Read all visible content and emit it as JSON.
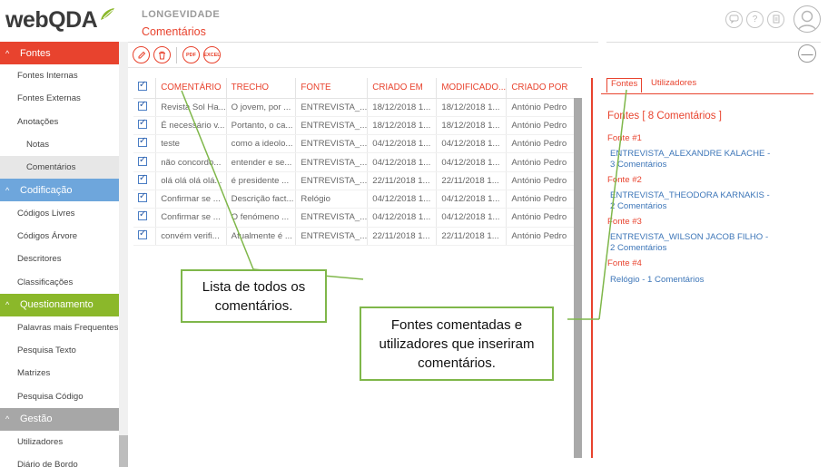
{
  "app": {
    "logo": "webQDA"
  },
  "header": {
    "project": "LONGEVIDADE",
    "title": "Comentários"
  },
  "sidebar": {
    "sections": [
      {
        "label": "Fontes",
        "items": [
          {
            "label": "Fontes Internas"
          },
          {
            "label": "Fontes Externas"
          },
          {
            "label": "Anotações"
          },
          {
            "label": "Notas",
            "sub": true
          },
          {
            "label": "Comentários",
            "sub": true,
            "active": true
          }
        ]
      },
      {
        "label": "Codificação",
        "items": [
          {
            "label": "Códigos Livres"
          },
          {
            "label": "Códigos Árvore"
          },
          {
            "label": "Descritores"
          },
          {
            "label": "Classificações"
          }
        ]
      },
      {
        "label": "Questionamento",
        "items": [
          {
            "label": "Palavras mais Frequentes"
          },
          {
            "label": "Pesquisa Texto"
          },
          {
            "label": "Matrizes"
          },
          {
            "label": "Pesquisa Código"
          }
        ]
      },
      {
        "label": "Gestão",
        "items": [
          {
            "label": "Utilizadores"
          },
          {
            "label": "Diário de Bordo"
          }
        ]
      }
    ]
  },
  "toolbar": {
    "pdf": "PDF",
    "excel": "EXCEL"
  },
  "table": {
    "columns": [
      "COMENTÁRIO",
      "TRECHO",
      "FONTE",
      "CRIADO EM",
      "MODIFICADO...",
      "CRIADO POR"
    ],
    "rows": [
      [
        "Revista Sol Ha...",
        "O jovem, por ...",
        "ENTREVISTA_...",
        "18/12/2018 1...",
        "18/12/2018 1...",
        "António Pedro"
      ],
      [
        "É necessário v...",
        "Portanto, o ca...",
        "ENTREVISTA_...",
        "18/12/2018 1...",
        "18/12/2018 1...",
        "António Pedro"
      ],
      [
        "teste",
        "como a ideolo...",
        "ENTREVISTA_...",
        "04/12/2018 1...",
        "04/12/2018 1...",
        "António Pedro"
      ],
      [
        "não concordo...",
        "entender e se...",
        "ENTREVISTA_...",
        "04/12/2018 1...",
        "04/12/2018 1...",
        "António Pedro"
      ],
      [
        "olá olá olá olá...",
        "é presidente ...",
        "ENTREVISTA_...",
        "22/11/2018 1...",
        "22/11/2018 1...",
        "António Pedro"
      ],
      [
        "Confirmar se ...",
        "Descrição fact...",
        "Relógio",
        "04/12/2018 1...",
        "04/12/2018 1...",
        "António Pedro"
      ],
      [
        "Confirmar se ...",
        "O fenómeno ...",
        "ENTREVISTA_...",
        "04/12/2018 1...",
        "04/12/2018 1...",
        "António Pedro"
      ],
      [
        "convém verifi...",
        "Atualmente é ...",
        "ENTREVISTA_...",
        "22/11/2018 1...",
        "22/11/2018 1...",
        "António Pedro"
      ]
    ]
  },
  "panel": {
    "tabs": [
      "Fontes",
      "Utilizadores"
    ],
    "title": "Fontes [ 8 Comentários ]",
    "sources": [
      {
        "label": "Fonte #1",
        "link": "ENTREVISTA_ALEXANDRE KALACHE  -  3 Comentários"
      },
      {
        "label": "Fonte #2",
        "link": "ENTREVISTA_THEODORA KARNAKIS  -  2 Comentários"
      },
      {
        "label": "Fonte #3",
        "link": "ENTREVISTA_WILSON JACOB FILHO  -  2 Comentários"
      },
      {
        "label": "Fonte #4",
        "link": "Relógio  -  1 Comentários"
      }
    ]
  },
  "annotations": {
    "callout1": "Lista de todos os comentários.",
    "callout2": "Fontes comentadas e utilizadores que inseriram comentários.",
    "color": "#7fb74a"
  },
  "colors": {
    "accent": "#e8432e",
    "codificacao": "#6ea6dc",
    "questionamento": "#8bb82a",
    "gestao": "#a7a7a7",
    "link": "#3d76b8"
  }
}
